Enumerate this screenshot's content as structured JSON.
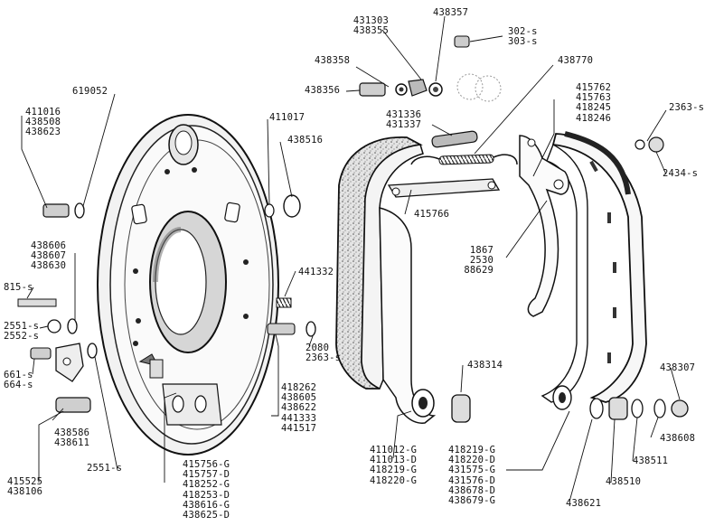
{
  "diagram": {
    "labels": [
      {
        "id": "c431303",
        "lines": [
          "431303",
          "438355"
        ]
      },
      {
        "id": "c438357",
        "lines": [
          "438357"
        ]
      },
      {
        "id": "c302",
        "lines": [
          "302-s",
          "303-s"
        ]
      },
      {
        "id": "c438358",
        "lines": [
          "438358"
        ]
      },
      {
        "id": "c438356",
        "lines": [
          "438356"
        ]
      },
      {
        "id": "c438770",
        "lines": [
          "438770"
        ]
      },
      {
        "id": "c619052",
        "lines": [
          "619052"
        ]
      },
      {
        "id": "c411016",
        "lines": [
          "411016",
          "438508",
          "438623"
        ]
      },
      {
        "id": "c411017",
        "lines": [
          "411017"
        ]
      },
      {
        "id": "c438516",
        "lines": [
          "438516"
        ]
      },
      {
        "id": "c431336",
        "lines": [
          "431336",
          "431337"
        ]
      },
      {
        "id": "c415762",
        "lines": [
          "415762",
          "415763",
          "418245",
          "418246"
        ]
      },
      {
        "id": "c2363s_top",
        "lines": [
          "2363-s"
        ]
      },
      {
        "id": "c2434s",
        "lines": [
          "2434-s"
        ]
      },
      {
        "id": "c415766",
        "lines": [
          "415766"
        ]
      },
      {
        "id": "c438606",
        "lines": [
          "438606",
          "438607",
          "438630"
        ]
      },
      {
        "id": "c1867",
        "lines": [
          "1867",
          "2530",
          "88629"
        ]
      },
      {
        "id": "c815s",
        "lines": [
          "815-s"
        ]
      },
      {
        "id": "c441332",
        "lines": [
          "441332"
        ]
      },
      {
        "id": "c2551s_a",
        "lines": [
          "2551-s",
          "2552-s"
        ]
      },
      {
        "id": "c2080",
        "lines": [
          "2080",
          "2363-s"
        ]
      },
      {
        "id": "c661s",
        "lines": [
          "661-s",
          "664-s"
        ]
      },
      {
        "id": "c438314",
        "lines": [
          "438314"
        ]
      },
      {
        "id": "c438307",
        "lines": [
          "438307"
        ]
      },
      {
        "id": "c418262",
        "lines": [
          "418262",
          "438605",
          "438622",
          "441333",
          "441517"
        ]
      },
      {
        "id": "c438586",
        "lines": [
          "438586",
          "438611"
        ]
      },
      {
        "id": "c438608",
        "lines": [
          "438608"
        ]
      },
      {
        "id": "c438511",
        "lines": [
          "438511"
        ]
      },
      {
        "id": "c411012",
        "lines": [
          "411012-G",
          "411013-D",
          "418219-G",
          "418220-G"
        ]
      },
      {
        "id": "c418219",
        "lines": [
          "418219-G",
          "418220-D",
          "431575-G",
          "431576-D",
          "438678-D",
          "438679-G"
        ]
      },
      {
        "id": "c438510",
        "lines": [
          "438510"
        ]
      },
      {
        "id": "c2551s_b",
        "lines": [
          "2551-s"
        ]
      },
      {
        "id": "c415525",
        "lines": [
          "415525",
          "438106"
        ]
      },
      {
        "id": "c415756",
        "lines": [
          "415756-G",
          "415757-D",
          "418252-G",
          "418253-D",
          "438616-G",
          "438625-D"
        ]
      },
      {
        "id": "c438621",
        "lines": [
          "438621"
        ]
      }
    ]
  }
}
